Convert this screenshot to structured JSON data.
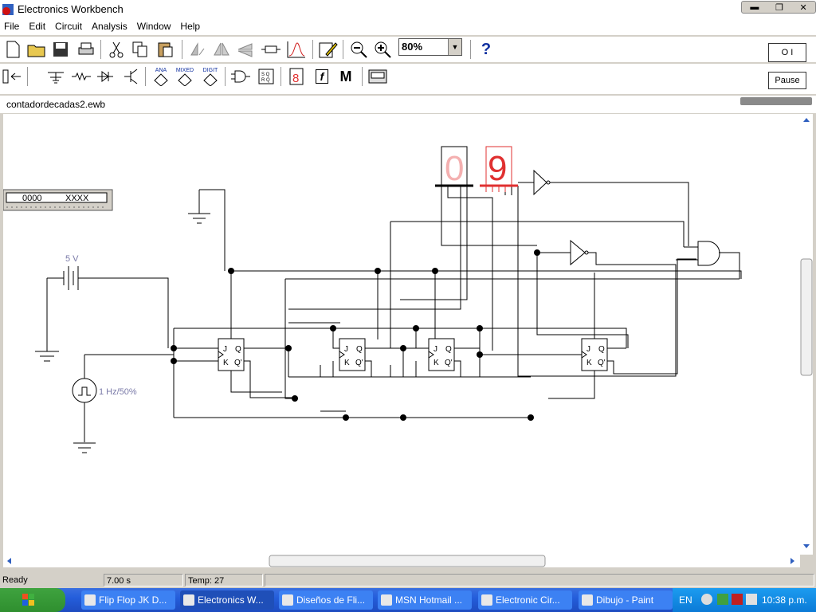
{
  "window": {
    "title": "Electronics Workbench"
  },
  "menu": [
    "File",
    "Edit",
    "Circuit",
    "Analysis",
    "Window",
    "Help"
  ],
  "toolbar": {
    "zoom": "80%",
    "help_label": "?",
    "power_label": "O  I",
    "pause_label": "Pause",
    "parts_labels": {
      "analog": "ANA",
      "mixed": "MIXED",
      "digital": "DIGIT",
      "meter": "M",
      "func": "f"
    }
  },
  "document": {
    "filename": "contadordecadas2.ewb"
  },
  "circuit": {
    "battery_label": "5 V",
    "clock_label": "1 Hz/50%",
    "word_gen": {
      "left": "0000",
      "right": "XXXX"
    },
    "display_left": "0",
    "display_right": "9",
    "ff_pins": {
      "j": "J",
      "k": "K",
      "q": "Q",
      "qn": "Q'"
    }
  },
  "status": {
    "state": "Ready",
    "time": "7.00 s",
    "temp": "Temp:  27"
  },
  "taskbar": {
    "tasks": [
      "Flip Flop JK D...",
      "Electronics W...",
      "Diseños de Fli...",
      "MSN Hotmail ...",
      "Electronic Cir...",
      "Dibujo - Paint"
    ],
    "lang": "EN",
    "clock": "10:38 p.m."
  },
  "colors": {
    "segment_red": "#e03030",
    "taskbar_blue": "#245edb",
    "start_green": "#3a9a3a"
  }
}
